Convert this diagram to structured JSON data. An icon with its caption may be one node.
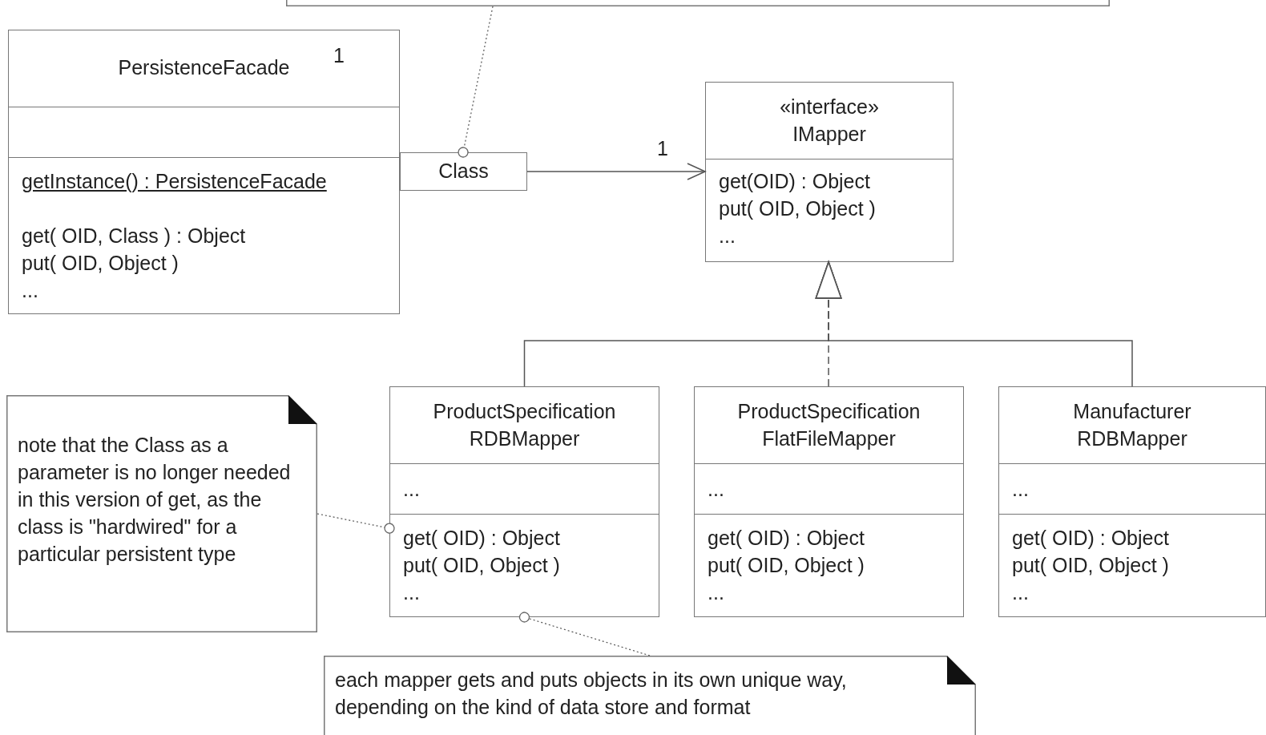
{
  "diagram": {
    "nodes": [
      {
        "text": [],
        "shape": "box"
      },
      {
        "text": [
          "1",
          "PersistenceFacade",
          "getInstance() : PersistenceFacade",
          "get( OID, Class ) : Object",
          "put( OID, Object )",
          "..."
        ]
      },
      {
        "text": [
          "Class"
        ]
      },
      {
        "text": [
          "«interface»",
          "IMapper",
          "get(OID) : Object",
          "put( OID, Object )",
          "..."
        ]
      },
      {
        "text": [
          "ProductSpecification RDBMapper",
          "...",
          "get( OID) : Object",
          "put( OID, Object )",
          "..."
        ]
      },
      {
        "text": [
          "ProductSpecification FlatFileMapper",
          "...",
          "get( OID) : Object",
          "put( OID, Object )",
          "..."
        ]
      },
      {
        "text": [
          "Manufacturer RDBMapper",
          "...",
          "get( OID) : Object",
          "put( OID, Object )",
          "..."
        ]
      },
      {
        "text": [
          "note that the Class as a parameter is no longer needed in this version of get, as the class is \"hardwired\" for a particular persistent type"
        ]
      },
      {
        "text": [
          "each mapper gets and puts objects in its own unique way, depending on the kind of data store and format"
        ]
      }
    ],
    "edges": [
      {
        "from": 0,
        "to": 2,
        "arrow": "other",
        "style": "dashed"
      },
      {
        "from": 2,
        "to": 3,
        "arrow": "to",
        "label": "1"
      },
      {
        "from": 4,
        "to": 3,
        "arrow": "to",
        "style": "dashed"
      },
      {
        "from": 5,
        "to": 3,
        "arrow": "to",
        "style": "dashed"
      },
      {
        "from": 6,
        "to": 3,
        "arrow": "to",
        "style": "dashed"
      },
      {
        "from": 7,
        "to": 4,
        "arrow": "other",
        "style": "dashed"
      },
      {
        "from": 8,
        "to": 4,
        "arrow": "other",
        "style": "dashed"
      }
    ]
  }
}
